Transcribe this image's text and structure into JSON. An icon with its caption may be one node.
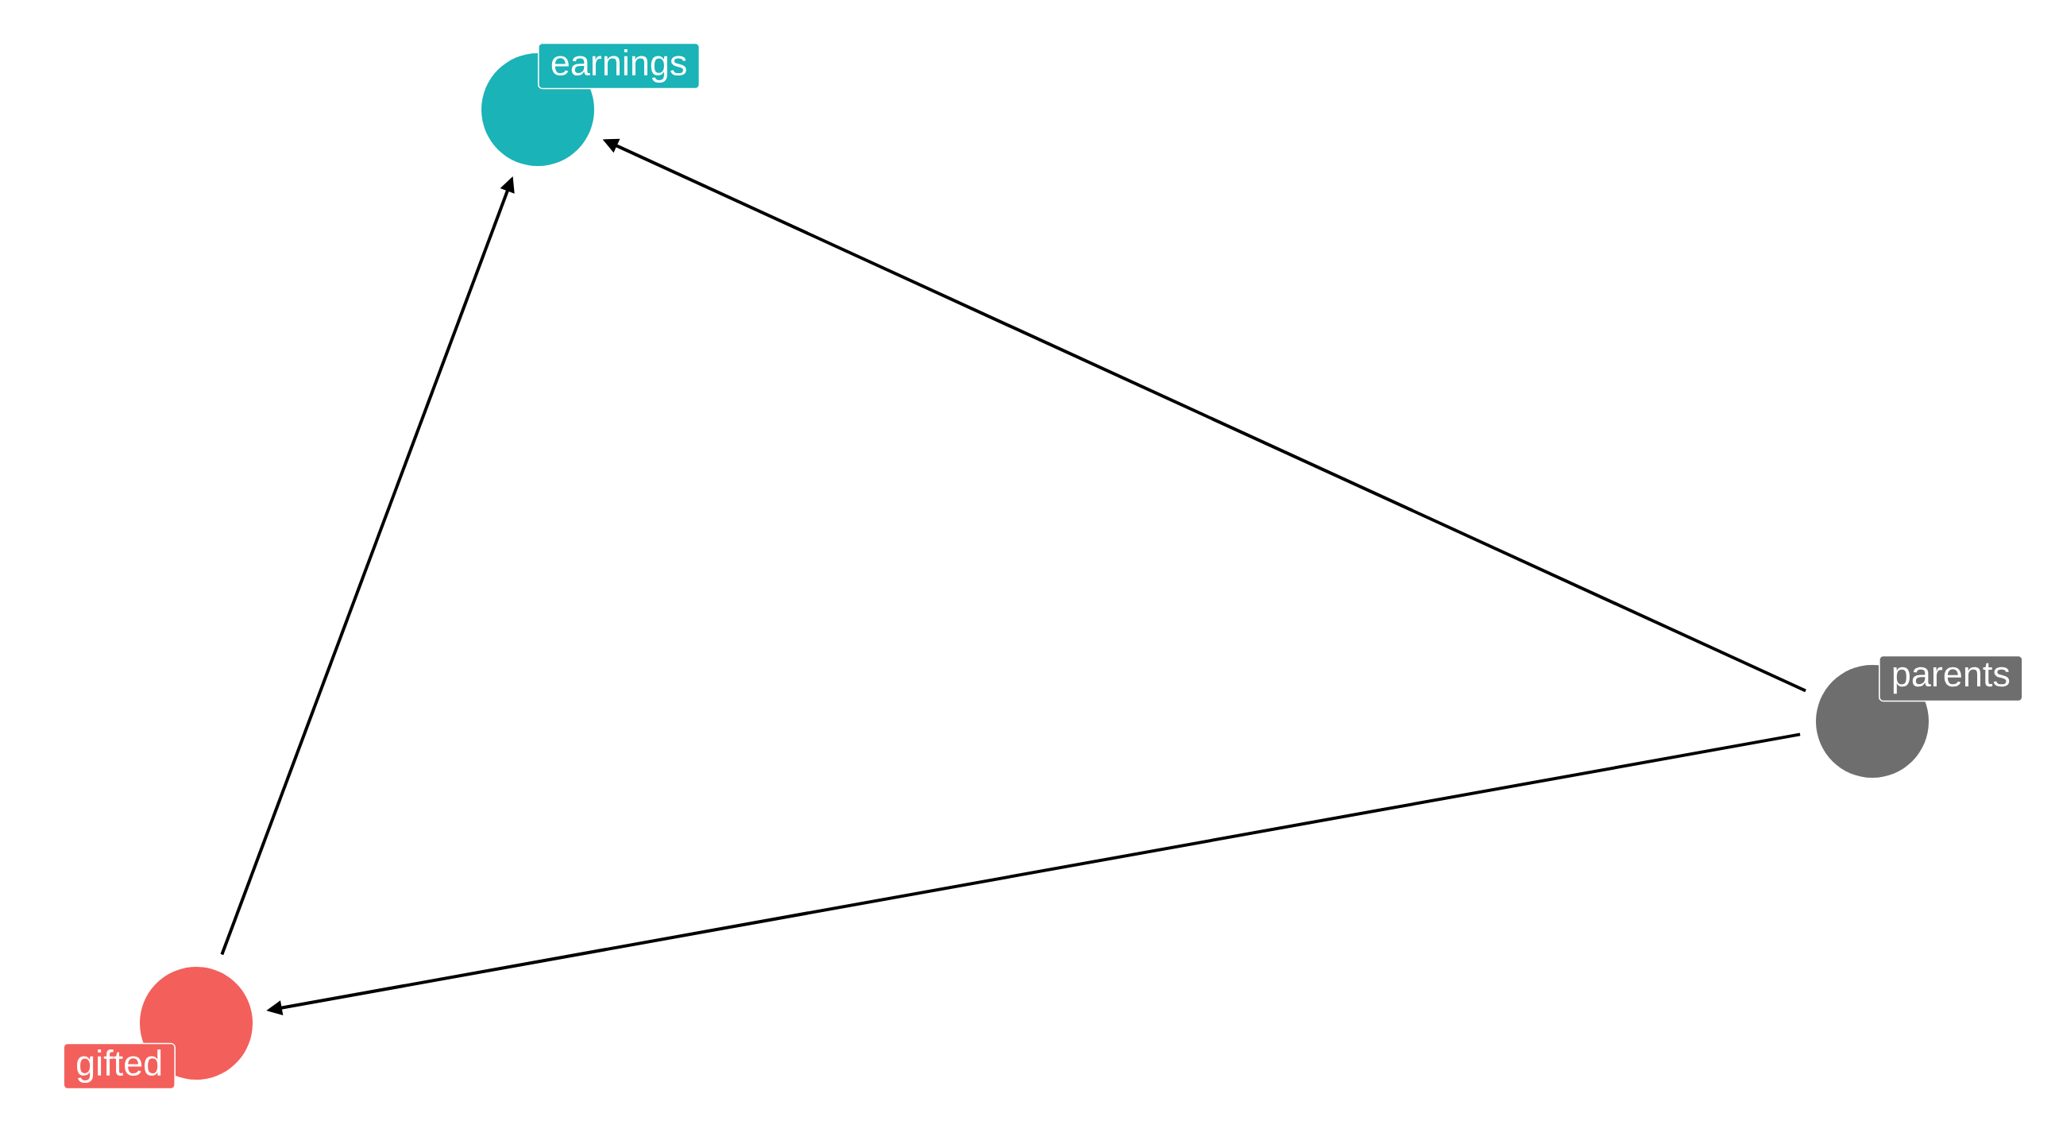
{
  "diagram": {
    "nodes": [
      {
        "text": [
          "earnings"
        ]
      },
      {
        "text": [
          "parents"
        ]
      },
      {
        "text": [
          "gifted"
        ]
      }
    ],
    "edges": [
      {
        "from": 2,
        "to": 0,
        "arrow": "to"
      },
      {
        "from": 1,
        "to": 0,
        "arrow": "to"
      },
      {
        "from": 1,
        "to": 2,
        "arrow": "to"
      }
    ]
  }
}
